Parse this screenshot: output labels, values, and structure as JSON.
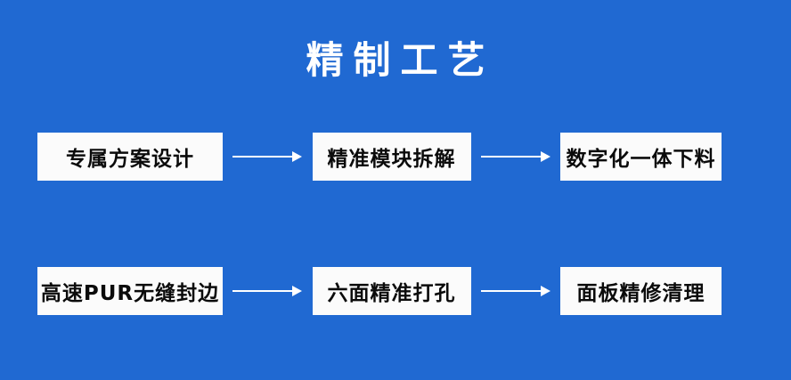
{
  "poster": {
    "title": "精制工艺",
    "background_color": "#2069D2",
    "title_color": "#FFFFFF",
    "box_background_color": "#FBFBFB",
    "box_text_color": "#0B0B0B",
    "arrow_color": "#FFFFFF"
  },
  "flow": {
    "rows": [
      {
        "steps": [
          {
            "label": "专属方案设计"
          },
          {
            "label": "精准模块拆解"
          },
          {
            "label": "数字化一体下料"
          }
        ],
        "connectors": [
          {
            "icon": "arrow-right-icon"
          },
          {
            "icon": "arrow-right-icon"
          }
        ]
      },
      {
        "steps": [
          {
            "label": "高速PUR无缝封边"
          },
          {
            "label": "六面精准打孔"
          },
          {
            "label": "面板精修清理"
          }
        ],
        "connectors": [
          {
            "icon": "arrow-right-icon"
          },
          {
            "icon": "arrow-right-icon"
          }
        ]
      }
    ]
  }
}
